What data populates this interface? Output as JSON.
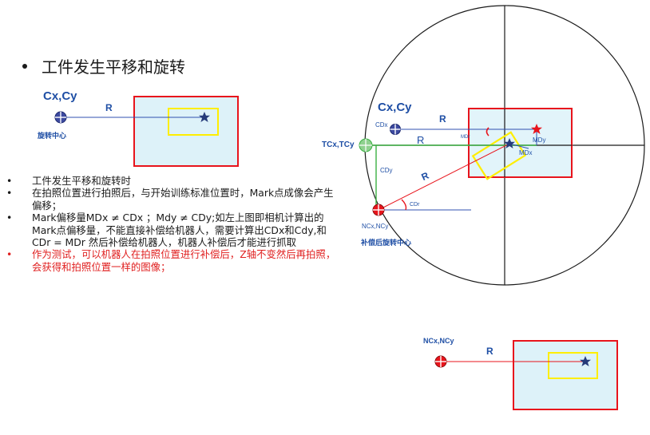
{
  "title": "工件发生平移和旋转",
  "bullets": [
    "工件发生平移和旋转时",
    "在拍照位置进行拍照后，与开始训练标准位置时，Mark点成像会产生偏移；",
    "Mark偏移量MDx ≠ CDx ；Mdy ≠ CDy;如左上图即相机计算出的Mark点偏移量，不能直接补偿给机器人，需要计算出CDx和Cdy,和CDr = MDr 然后补偿给机器人，机器人补偿后才能进行抓取",
    "作为测试，可以机器人在拍照位置进行补偿后，Z轴不变然后再拍照，会获得和拍照位置一样的图像；"
  ],
  "fig_left": {
    "center_label": "Cx,Cy",
    "radius_label": "R",
    "rotation_center_label": "旋转中心"
  },
  "fig_right": {
    "center_label": "Cx,Cy",
    "cdx_label": "CDx",
    "r_label_top": "R",
    "tool_label": "TCx,TCy",
    "r_label_mid": "R",
    "mdr_label": "MDr",
    "mdy_label": "MDy",
    "mdx_label": "MDx",
    "cdy_label": "CDy",
    "r_label_diag": "R",
    "cdr_label": "CDr",
    "new_center_label": "NCx,NCy",
    "comp_center_label": "补偿后旋转中心"
  },
  "fig_bottom": {
    "center_label": "NCx,NCy",
    "radius_label": "R"
  },
  "colors": {
    "rect_border": "#e8141c",
    "rect_fill": "#ddf2f9",
    "mark_box": "#ffee00",
    "star": "#253b7a",
    "blue_text": "#1f4fa5",
    "line_blue": "#3050b0",
    "line_red": "#e8141c",
    "line_green": "#3cb043"
  }
}
